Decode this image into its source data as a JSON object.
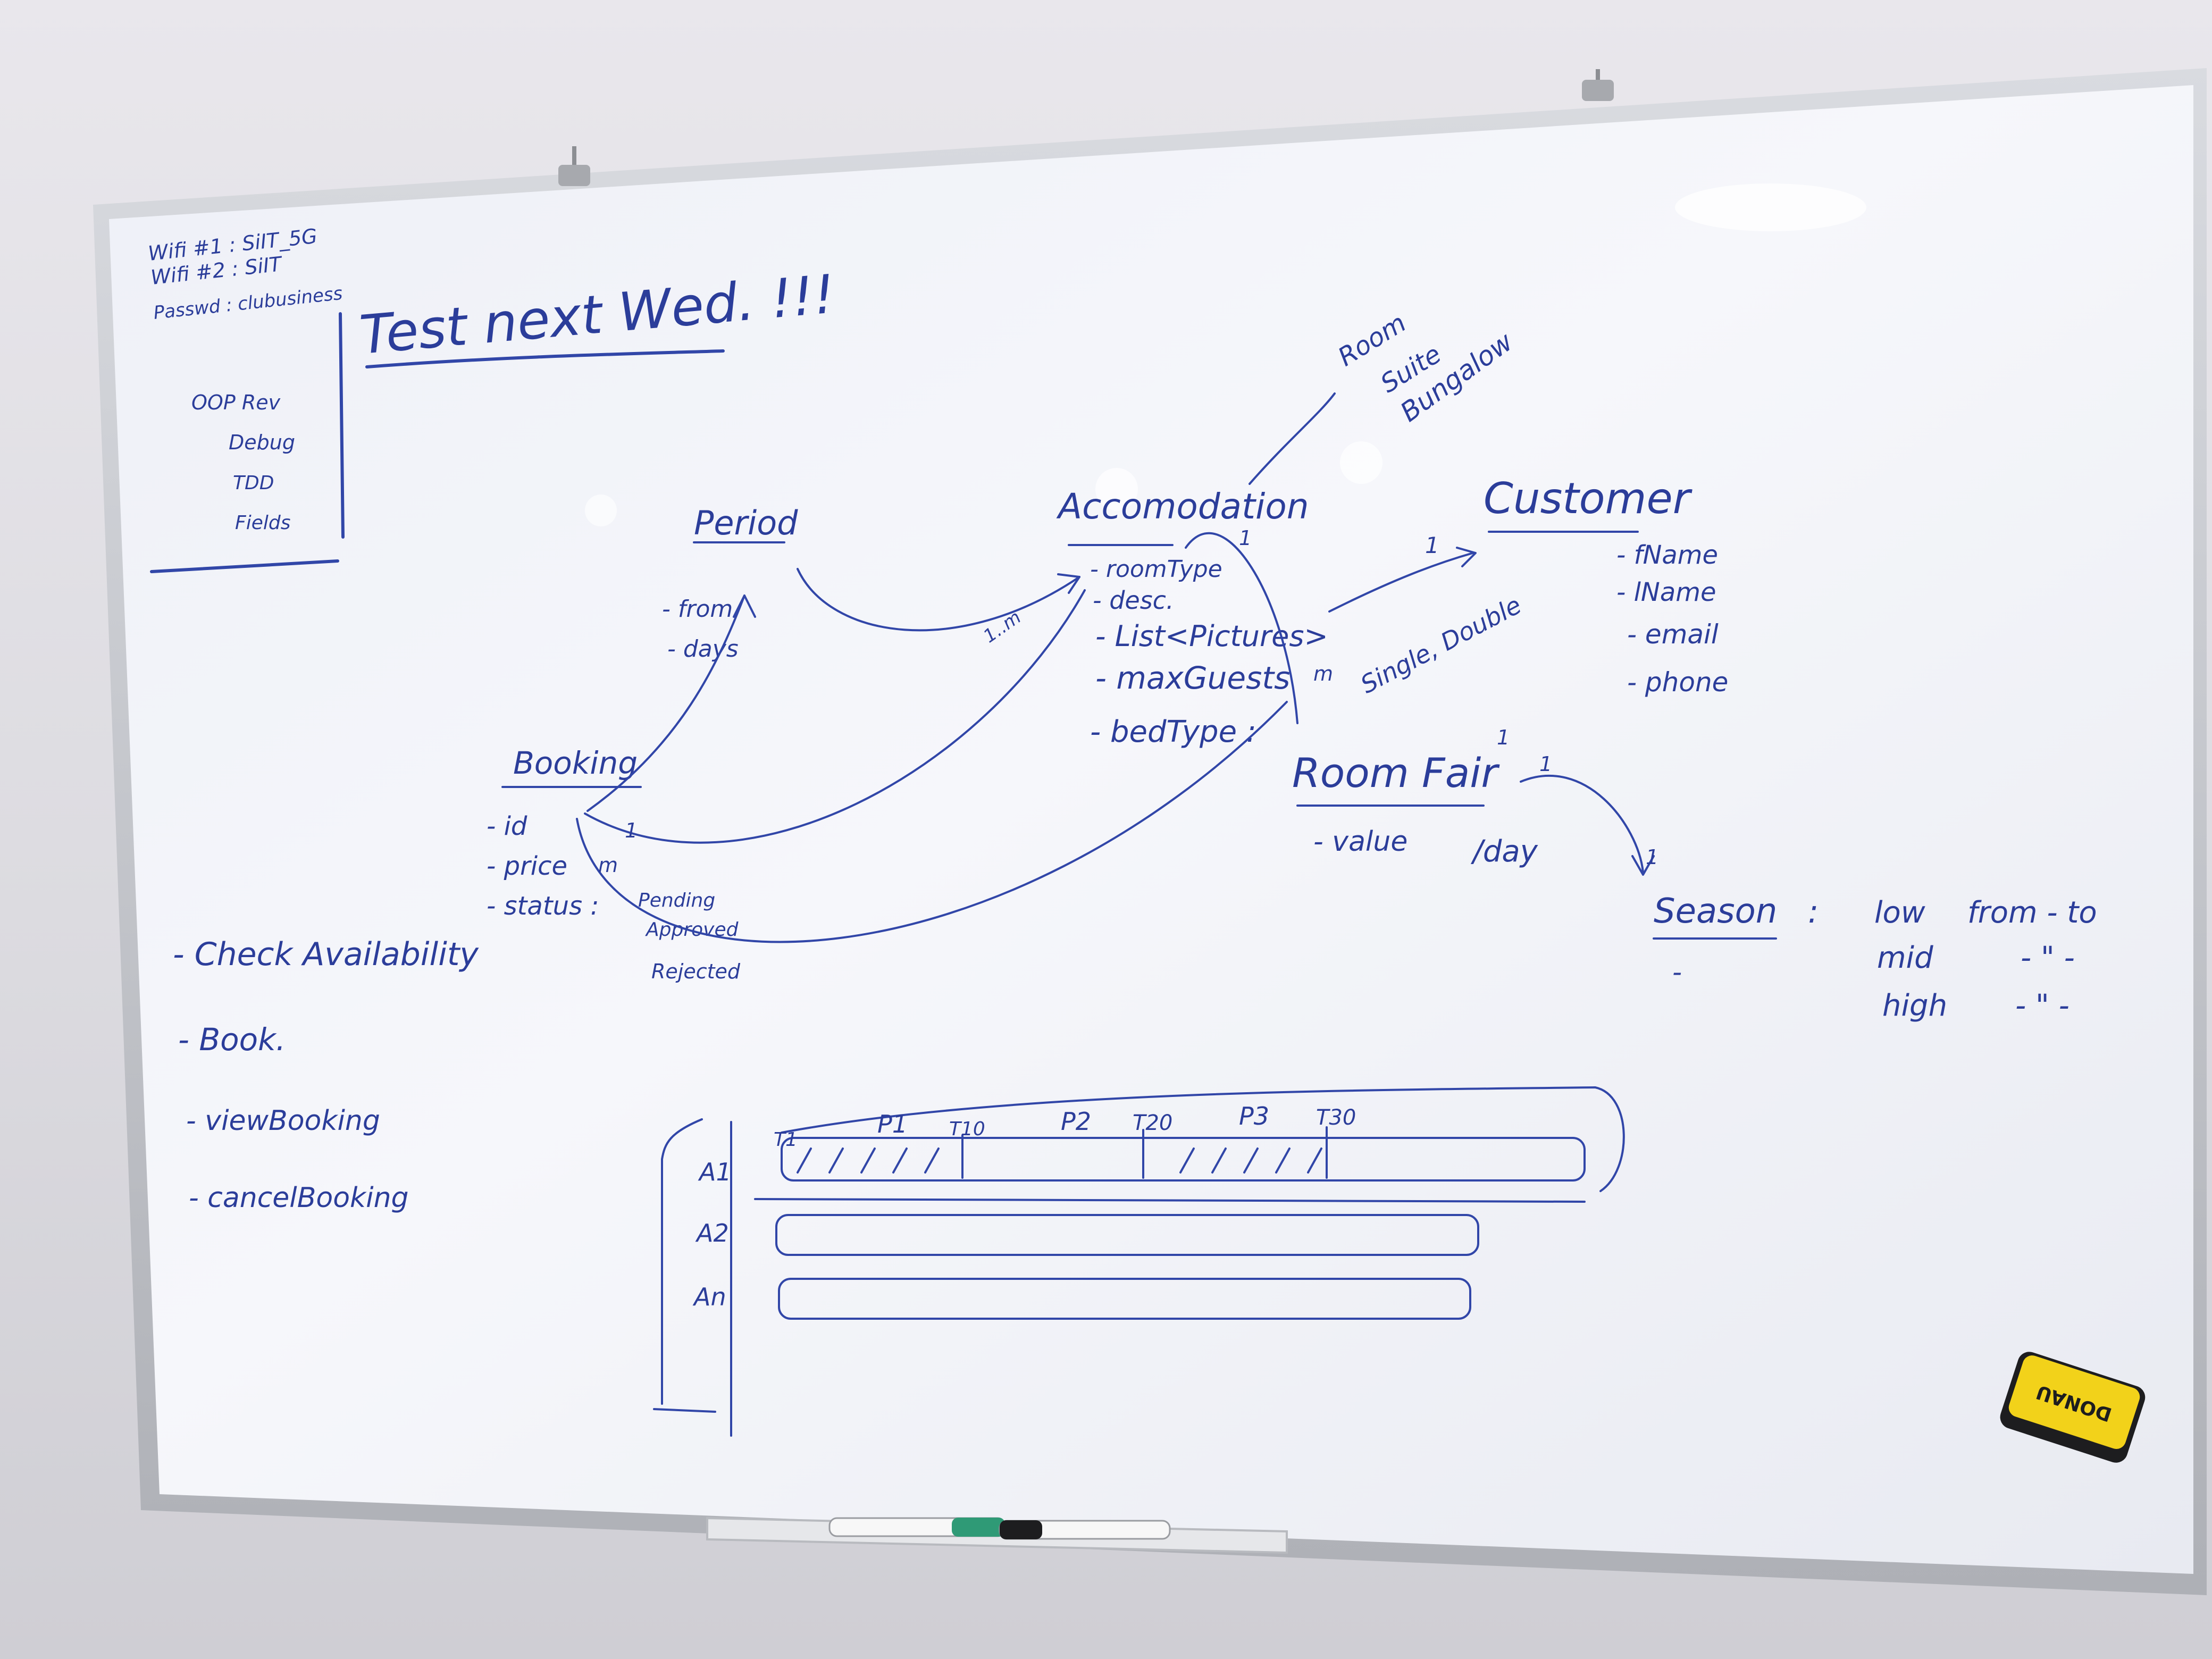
{
  "corner_notes": {
    "wifi1": "Wifi #1 : SiIT_5G",
    "wifi2": "Wifi #2 : SiIT",
    "password": "Passwd : clubusiness"
  },
  "headline": "Test next Wed. !!!",
  "agenda": [
    "OOP Rev",
    "Debug",
    "TDD",
    "Fields"
  ],
  "classes": {
    "period": {
      "name": "Period",
      "fields": [
        "- from",
        "- days"
      ]
    },
    "accomodation": {
      "name": "Accomodation",
      "fields": [
        "- roomType",
        "- desc.",
        "- List<Pictures>",
        "- maxGuests",
        "- bedType :"
      ],
      "room_types": [
        "Room",
        "Suite",
        "Bungalow"
      ],
      "bed_types": "Single, Double"
    },
    "customer": {
      "name": "Customer",
      "fields": [
        "- fName",
        "- lName",
        "- email",
        "- phone"
      ]
    },
    "booking": {
      "name": "Booking",
      "fields": [
        "- id",
        "- price",
        "- status :"
      ],
      "statuses": [
        "Pending",
        "Approved",
        "Rejected"
      ]
    },
    "room_fair": {
      "name": "Room Fair",
      "fields": [
        "- value",
        "/day"
      ]
    },
    "season": {
      "name": "Season",
      "field": "-",
      "levels": [
        {
          "label": "low",
          "value": "from - to"
        },
        {
          "label": "mid",
          "value": "- \" -"
        },
        {
          "label": "high",
          "value": "- \" -"
        }
      ]
    }
  },
  "multiplicities": {
    "period_booking": "1",
    "accomodation_booking": "1..m",
    "booking_m": "m",
    "accom_customer": "1",
    "accom_top": "1",
    "maxguests_m": "m",
    "roomfair_1a": "1",
    "roomfair_1b": "1",
    "season_1": "1"
  },
  "operations": [
    "- Check Availability",
    "- Book.",
    "- viewBooking",
    "- cancelBooking"
  ],
  "timeline": {
    "rows": [
      "A1",
      "A2",
      "An"
    ],
    "markers": [
      "T1",
      "T10",
      "T20",
      "T30"
    ],
    "periods": [
      "P1",
      "P2",
      "P3"
    ]
  },
  "eraser_brand": "DONAU",
  "colors": {
    "ink": "#2b3d9a",
    "board": "#f4f5fa",
    "frame": "#c9cbd0",
    "eraser": "#f2d21a"
  }
}
